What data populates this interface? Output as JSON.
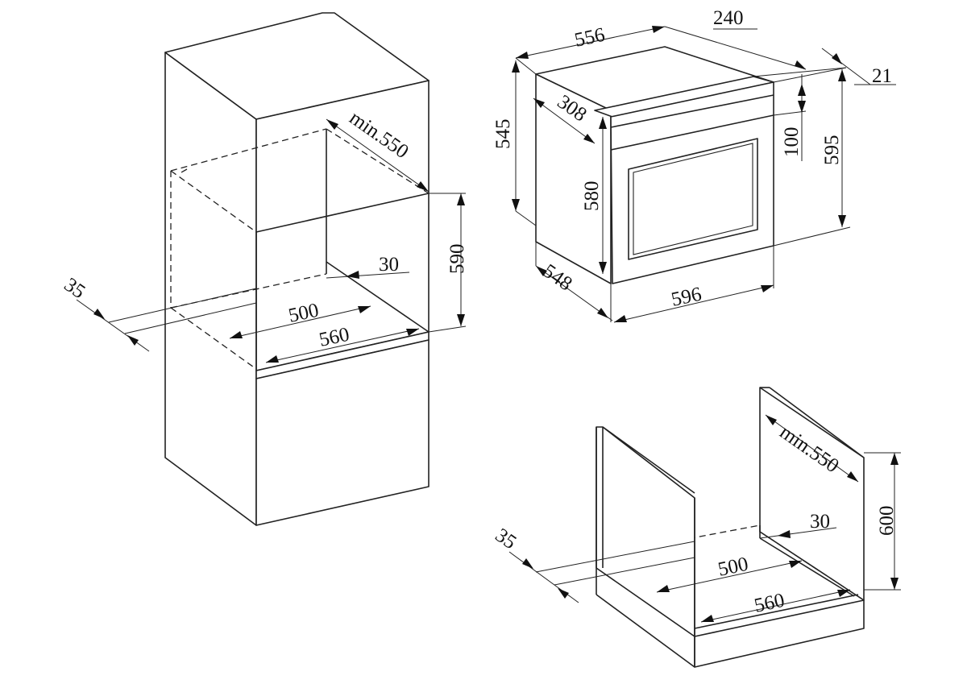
{
  "colors": {
    "line": "#222222",
    "background": "#ffffff"
  },
  "cabinet_tall": {
    "depth_label": "min.550",
    "height_label": "590",
    "offset_label": "35",
    "gap_label": "30",
    "inner_width_label": "500",
    "outer_width_label": "560"
  },
  "oven": {
    "width_label": "556",
    "door_label": "240",
    "trim_label": "21",
    "side_label": "308",
    "body_height_label": "545",
    "inner_height_label": "580",
    "panel_label": "100",
    "total_height_label": "595",
    "depth_label": "548",
    "front_width_label": "596"
  },
  "cabinet_under": {
    "depth_label": "min.550",
    "height_label": "600",
    "offset_label": "35",
    "gap_label": "30",
    "inner_width_label": "500",
    "outer_width_label": "560"
  }
}
